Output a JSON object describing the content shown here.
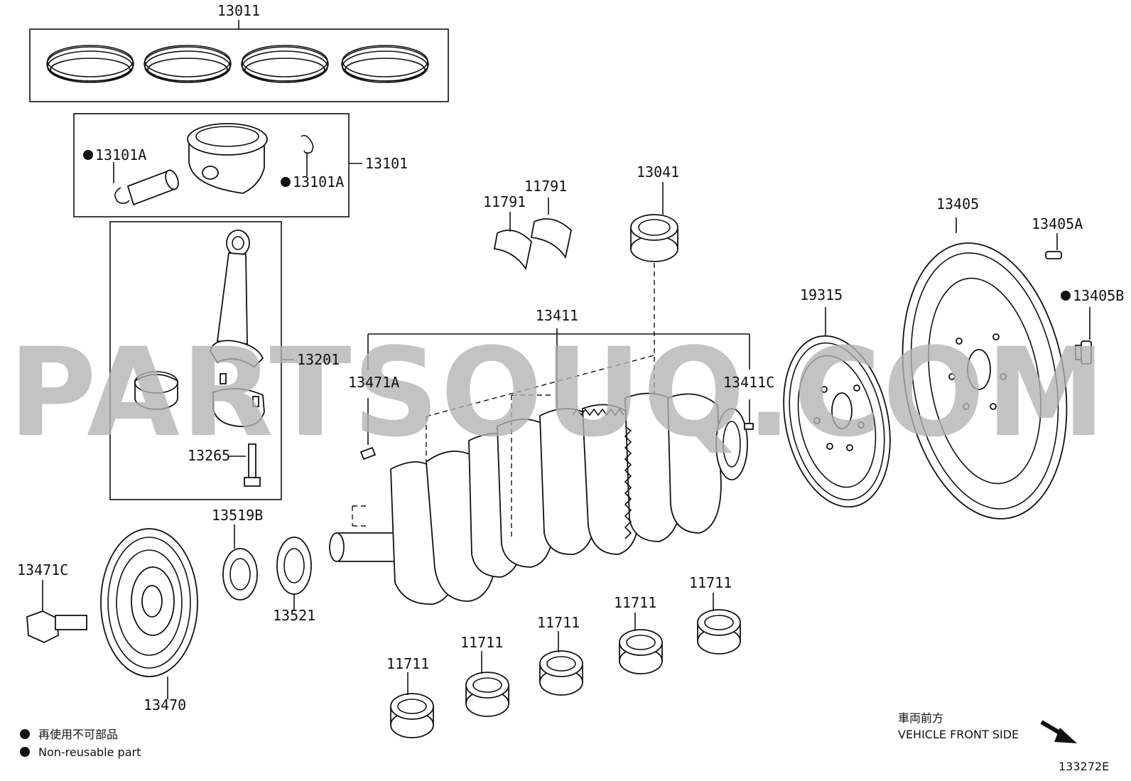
{
  "watermark": "PARTSOUQ.COM",
  "labels": {
    "p13011": "13011",
    "p13101": "13101",
    "p13101A_left": "13101A",
    "p13101A_right": "13101A",
    "p13201": "13201",
    "p13265": "13265",
    "p11791_a": "11791",
    "p11791_b": "11791",
    "p13041": "13041",
    "p13411": "13411",
    "p13471A": "13471A",
    "p13411C": "13411C",
    "p19315": "19315",
    "p13405": "13405",
    "p13405A": "13405A",
    "p13405B": "13405B",
    "p13519B": "13519B",
    "p13521": "13521",
    "p13471C": "13471C",
    "p13470": "13470",
    "p11711_1": "11711",
    "p11711_2": "11711",
    "p11711_3": "11711",
    "p11711_4": "11711",
    "p11711_5": "11711"
  },
  "legend": {
    "jp": "再使用不可部品",
    "en": "Non-reusable part"
  },
  "direction": {
    "jp": "車両前方",
    "en": "VEHICLE FRONT SIDE"
  },
  "diagram_code": "133272E",
  "colors": {
    "line": "#111111",
    "watermark": "#b3b3b3",
    "background": "#ffffff"
  }
}
